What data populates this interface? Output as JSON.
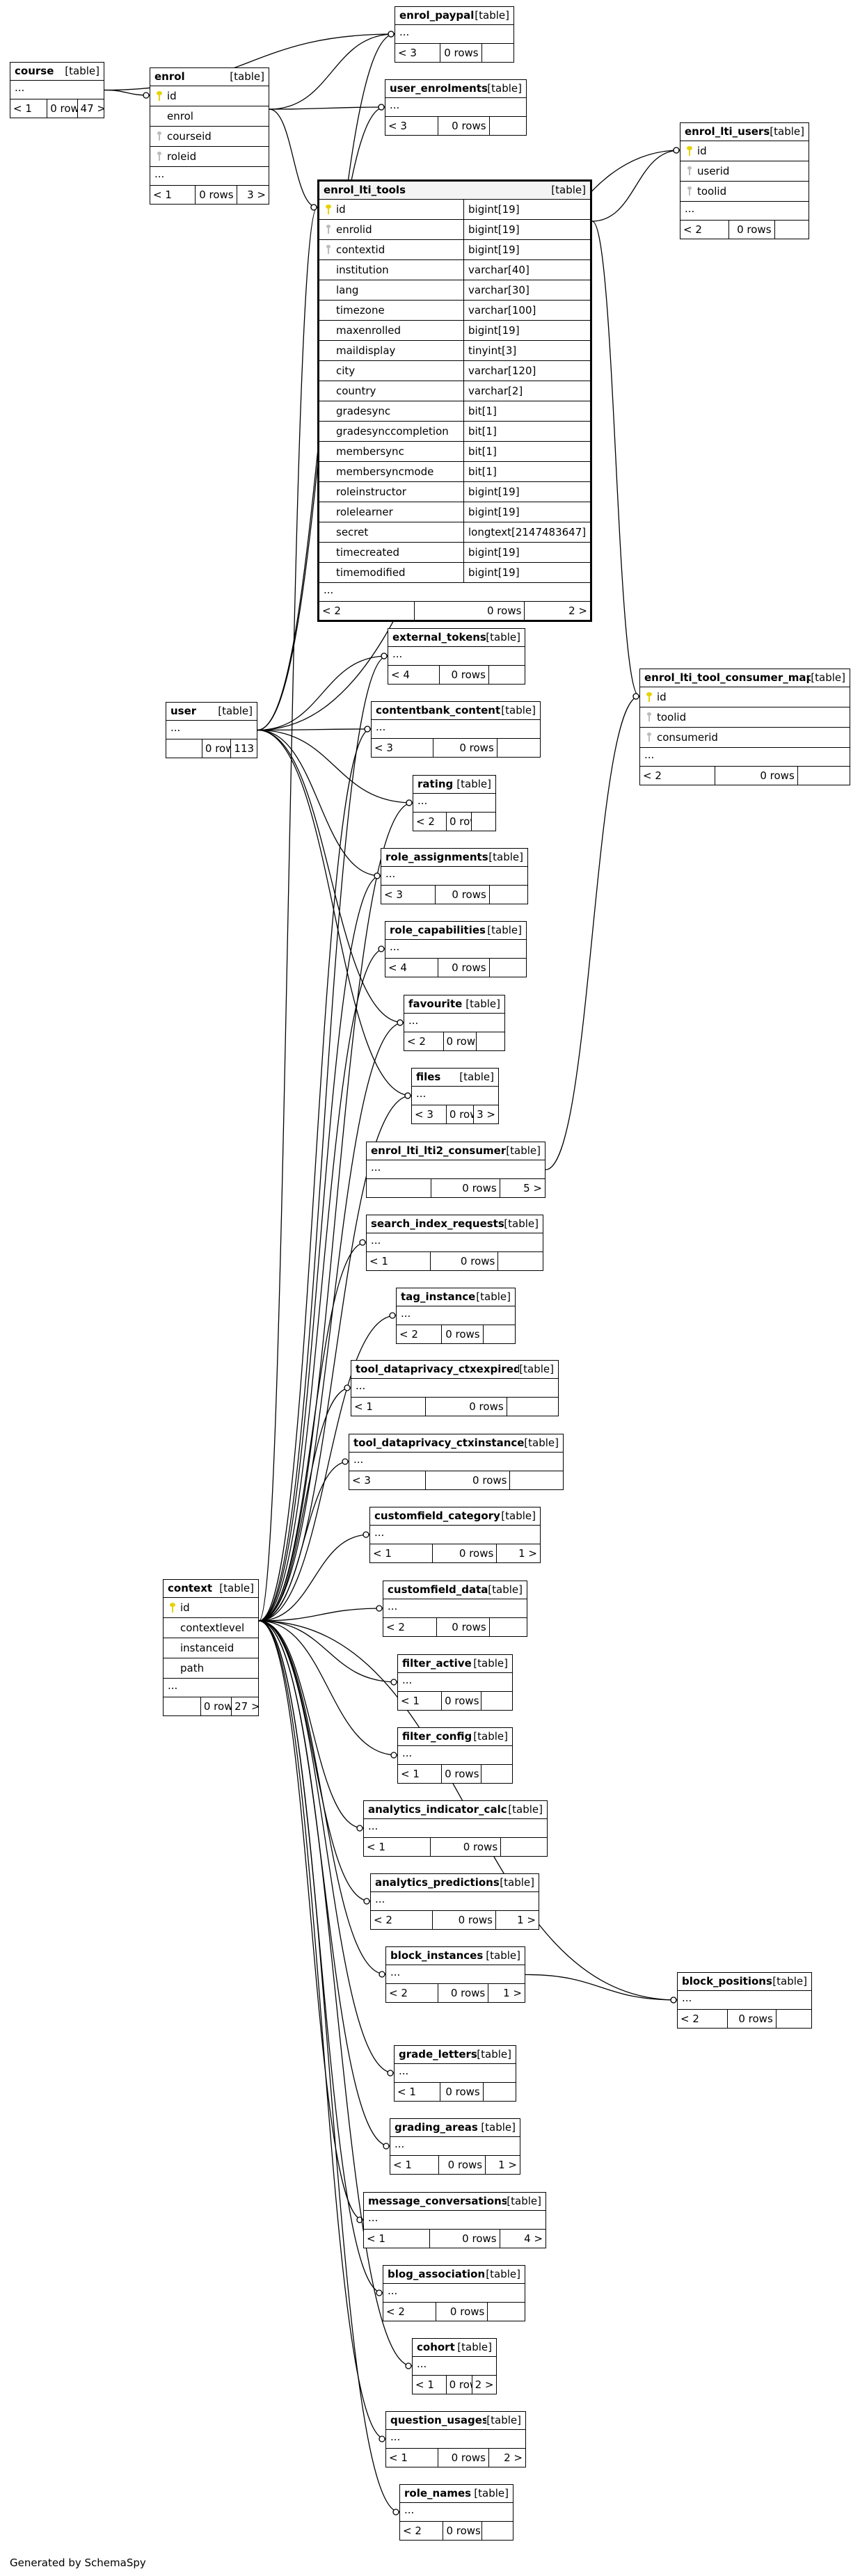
{
  "footer": "Generated by SchemaSpy",
  "tables": [
    {
      "key": "course",
      "name": "course",
      "kind": "[table]",
      "columns": [],
      "foot": [
        "< 1",
        "0 rows",
        "47 >"
      ]
    },
    {
      "key": "enrol",
      "name": "enrol",
      "kind": "[table]",
      "columns": [
        {
          "n": "id",
          "i": "pk"
        },
        {
          "n": "enrol",
          "i": ""
        },
        {
          "n": "courseid",
          "i": "fk"
        },
        {
          "n": "roleid",
          "i": "fk"
        }
      ],
      "foot": [
        "< 1",
        "0 rows",
        "3 >"
      ]
    },
    {
      "key": "enrol_paypal",
      "name": "enrol_paypal",
      "kind": "[table]",
      "columns": [],
      "foot": [
        "< 3",
        "0 rows",
        ""
      ]
    },
    {
      "key": "user_enrolments",
      "name": "user_enrolments",
      "kind": "[table]",
      "columns": [],
      "foot": [
        "< 3",
        "0 rows",
        ""
      ]
    },
    {
      "key": "enrol_lti_users",
      "name": "enrol_lti_users",
      "kind": "[table]",
      "columns": [
        {
          "n": "id",
          "i": "pk"
        },
        {
          "n": "userid",
          "i": "fk"
        },
        {
          "n": "toolid",
          "i": "fk"
        }
      ],
      "foot": [
        "< 2",
        "0 rows",
        ""
      ]
    },
    {
      "key": "enrol_lti_tools",
      "name": "enrol_lti_tools",
      "kind": "[table]",
      "bold": true,
      "columns": [
        {
          "n": "id",
          "t": "bigint[19]",
          "i": "pk"
        },
        {
          "n": "enrolid",
          "t": "bigint[19]",
          "i": "fk"
        },
        {
          "n": "contextid",
          "t": "bigint[19]",
          "i": "fk"
        },
        {
          "n": "institution",
          "t": "varchar[40]",
          "i": ""
        },
        {
          "n": "lang",
          "t": "varchar[30]",
          "i": ""
        },
        {
          "n": "timezone",
          "t": "varchar[100]",
          "i": ""
        },
        {
          "n": "maxenrolled",
          "t": "bigint[19]",
          "i": ""
        },
        {
          "n": "maildisplay",
          "t": "tinyint[3]",
          "i": ""
        },
        {
          "n": "city",
          "t": "varchar[120]",
          "i": ""
        },
        {
          "n": "country",
          "t": "varchar[2]",
          "i": ""
        },
        {
          "n": "gradesync",
          "t": "bit[1]",
          "i": ""
        },
        {
          "n": "gradesynccompletion",
          "t": "bit[1]",
          "i": ""
        },
        {
          "n": "membersync",
          "t": "bit[1]",
          "i": ""
        },
        {
          "n": "membersyncmode",
          "t": "bit[1]",
          "i": ""
        },
        {
          "n": "roleinstructor",
          "t": "bigint[19]",
          "i": ""
        },
        {
          "n": "rolelearner",
          "t": "bigint[19]",
          "i": ""
        },
        {
          "n": "secret",
          "t": "longtext[2147483647]",
          "i": ""
        },
        {
          "n": "timecreated",
          "t": "bigint[19]",
          "i": ""
        },
        {
          "n": "timemodified",
          "t": "bigint[19]",
          "i": ""
        }
      ],
      "foot": [
        "< 2",
        "0 rows",
        "2 >"
      ]
    },
    {
      "key": "external_tokens",
      "name": "external_tokens",
      "kind": "[table]",
      "columns": [],
      "foot": [
        "< 4",
        "0 rows",
        ""
      ]
    },
    {
      "key": "user",
      "name": "user",
      "kind": "[table]",
      "columns": [],
      "foot": [
        "",
        "0 rows",
        "113 >"
      ]
    },
    {
      "key": "contentbank_content",
      "name": "contentbank_content",
      "kind": "[table]",
      "columns": [],
      "foot": [
        "< 3",
        "0 rows",
        ""
      ]
    },
    {
      "key": "enrol_lti_tool_consumer_map",
      "name": "enrol_lti_tool_consumer_map",
      "kind": "[table]",
      "columns": [
        {
          "n": "id",
          "i": "pk"
        },
        {
          "n": "toolid",
          "i": "fk"
        },
        {
          "n": "consumerid",
          "i": "fk"
        }
      ],
      "foot": [
        "< 2",
        "0 rows",
        ""
      ]
    },
    {
      "key": "rating",
      "name": "rating",
      "kind": "[table]",
      "columns": [],
      "foot": [
        "< 2",
        "0 rows",
        ""
      ]
    },
    {
      "key": "role_assignments",
      "name": "role_assignments",
      "kind": "[table]",
      "columns": [],
      "foot": [
        "< 3",
        "0 rows",
        ""
      ]
    },
    {
      "key": "role_capabilities",
      "name": "role_capabilities",
      "kind": "[table]",
      "columns": [],
      "foot": [
        "< 4",
        "0 rows",
        ""
      ]
    },
    {
      "key": "favourite",
      "name": "favourite",
      "kind": "[table]",
      "columns": [],
      "foot": [
        "< 2",
        "0 rows",
        ""
      ]
    },
    {
      "key": "files",
      "name": "files",
      "kind": "[table]",
      "columns": [],
      "foot": [
        "< 3",
        "0 rows",
        "3 >"
      ]
    },
    {
      "key": "enrol_lti_lti2_consumer",
      "name": "enrol_lti_lti2_consumer",
      "kind": "[table]",
      "columns": [],
      "foot": [
        "",
        "0 rows",
        "5 >"
      ]
    },
    {
      "key": "search_index_requests",
      "name": "search_index_requests",
      "kind": "[table]",
      "columns": [],
      "foot": [
        "< 1",
        "0 rows",
        ""
      ]
    },
    {
      "key": "tag_instance",
      "name": "tag_instance",
      "kind": "[table]",
      "columns": [],
      "foot": [
        "< 2",
        "0 rows",
        ""
      ]
    },
    {
      "key": "tool_dataprivacy_ctxexpired",
      "name": "tool_dataprivacy_ctxexpired",
      "kind": "[table]",
      "columns": [],
      "foot": [
        "< 1",
        "0 rows",
        ""
      ]
    },
    {
      "key": "tool_dataprivacy_ctxinstance",
      "name": "tool_dataprivacy_ctxinstance",
      "kind": "[table]",
      "columns": [],
      "foot": [
        "< 3",
        "0 rows",
        ""
      ]
    },
    {
      "key": "customfield_category",
      "name": "customfield_category",
      "kind": "[table]",
      "columns": [],
      "foot": [
        "< 1",
        "0 rows",
        "1 >"
      ]
    },
    {
      "key": "context",
      "name": "context",
      "kind": "[table]",
      "columns": [
        {
          "n": "id",
          "i": "pk"
        },
        {
          "n": "contextlevel",
          "i": ""
        },
        {
          "n": "instanceid",
          "i": ""
        },
        {
          "n": "path",
          "i": ""
        }
      ],
      "foot": [
        "",
        "0 rows",
        "27 >"
      ]
    },
    {
      "key": "customfield_data",
      "name": "customfield_data",
      "kind": "[table]",
      "columns": [],
      "foot": [
        "< 2",
        "0 rows",
        ""
      ]
    },
    {
      "key": "filter_active",
      "name": "filter_active",
      "kind": "[table]",
      "columns": [],
      "foot": [
        "< 1",
        "0 rows",
        ""
      ]
    },
    {
      "key": "filter_config",
      "name": "filter_config",
      "kind": "[table]",
      "columns": [],
      "foot": [
        "< 1",
        "0 rows",
        ""
      ]
    },
    {
      "key": "analytics_indicator_calc",
      "name": "analytics_indicator_calc",
      "kind": "[table]",
      "columns": [],
      "foot": [
        "< 1",
        "0 rows",
        ""
      ]
    },
    {
      "key": "analytics_predictions",
      "name": "analytics_predictions",
      "kind": "[table]",
      "columns": [],
      "foot": [
        "< 2",
        "0 rows",
        "1 >"
      ]
    },
    {
      "key": "block_instances",
      "name": "block_instances",
      "kind": "[table]",
      "columns": [],
      "foot": [
        "< 2",
        "0 rows",
        "1 >"
      ]
    },
    {
      "key": "block_positions",
      "name": "block_positions",
      "kind": "[table]",
      "columns": [],
      "foot": [
        "< 2",
        "0 rows",
        ""
      ]
    },
    {
      "key": "grade_letters",
      "name": "grade_letters",
      "kind": "[table]",
      "columns": [],
      "foot": [
        "< 1",
        "0 rows",
        ""
      ]
    },
    {
      "key": "grading_areas",
      "name": "grading_areas",
      "kind": "[table]",
      "columns": [],
      "foot": [
        "< 1",
        "0 rows",
        "1 >"
      ]
    },
    {
      "key": "message_conversations",
      "name": "message_conversations",
      "kind": "[table]",
      "columns": [],
      "foot": [
        "< 1",
        "0 rows",
        "4 >"
      ]
    },
    {
      "key": "blog_association",
      "name": "blog_association",
      "kind": "[table]",
      "columns": [],
      "foot": [
        "< 2",
        "0 rows",
        ""
      ]
    },
    {
      "key": "cohort",
      "name": "cohort",
      "kind": "[table]",
      "columns": [],
      "foot": [
        "< 1",
        "0 rows",
        "2 >"
      ]
    },
    {
      "key": "question_usages",
      "name": "question_usages",
      "kind": "[table]",
      "columns": [],
      "foot": [
        "< 1",
        "0 rows",
        "2 >"
      ]
    },
    {
      "key": "role_names",
      "name": "role_names",
      "kind": "[table]",
      "columns": [],
      "foot": [
        "< 2",
        "0 rows",
        ""
      ]
    }
  ],
  "relationships": [
    [
      "course",
      "enrol"
    ],
    [
      "course",
      "enrol_paypal"
    ],
    [
      "enrol",
      "enrol_paypal"
    ],
    [
      "enrol",
      "user_enrolments"
    ],
    [
      "enrol",
      "enrol_lti_tools"
    ],
    [
      "enrol_lti_tools",
      "enrol_lti_users"
    ],
    [
      "enrol_lti_tools",
      "enrol_lti_tool_consumer_map"
    ],
    [
      "enrol_lti_lti2_consumer",
      "enrol_lti_tool_consumer_map"
    ],
    [
      "user",
      "enrol_paypal"
    ],
    [
      "user",
      "user_enrolments"
    ],
    [
      "user",
      "enrol_lti_users"
    ],
    [
      "user",
      "external_tokens"
    ],
    [
      "user",
      "contentbank_content"
    ],
    [
      "user",
      "rating"
    ],
    [
      "user",
      "role_assignments"
    ],
    [
      "user",
      "favourite"
    ],
    [
      "user",
      "files"
    ],
    [
      "context",
      "enrol_lti_tools"
    ],
    [
      "context",
      "external_tokens"
    ],
    [
      "context",
      "contentbank_content"
    ],
    [
      "context",
      "rating"
    ],
    [
      "context",
      "role_assignments"
    ],
    [
      "context",
      "role_capabilities"
    ],
    [
      "context",
      "favourite"
    ],
    [
      "context",
      "files"
    ],
    [
      "context",
      "search_index_requests"
    ],
    [
      "context",
      "tag_instance"
    ],
    [
      "context",
      "tool_dataprivacy_ctxexpired"
    ],
    [
      "context",
      "tool_dataprivacy_ctxinstance"
    ],
    [
      "context",
      "customfield_category"
    ],
    [
      "context",
      "customfield_data"
    ],
    [
      "context",
      "filter_active"
    ],
    [
      "context",
      "filter_config"
    ],
    [
      "context",
      "analytics_indicator_calc"
    ],
    [
      "context",
      "analytics_predictions"
    ],
    [
      "context",
      "block_instances"
    ],
    [
      "context",
      "block_positions"
    ],
    [
      "block_instances",
      "block_positions"
    ],
    [
      "context",
      "grade_letters"
    ],
    [
      "context",
      "grading_areas"
    ],
    [
      "context",
      "message_conversations"
    ],
    [
      "context",
      "blog_association"
    ],
    [
      "context",
      "cohort"
    ],
    [
      "context",
      "question_usages"
    ],
    [
      "context",
      "role_names"
    ]
  ]
}
